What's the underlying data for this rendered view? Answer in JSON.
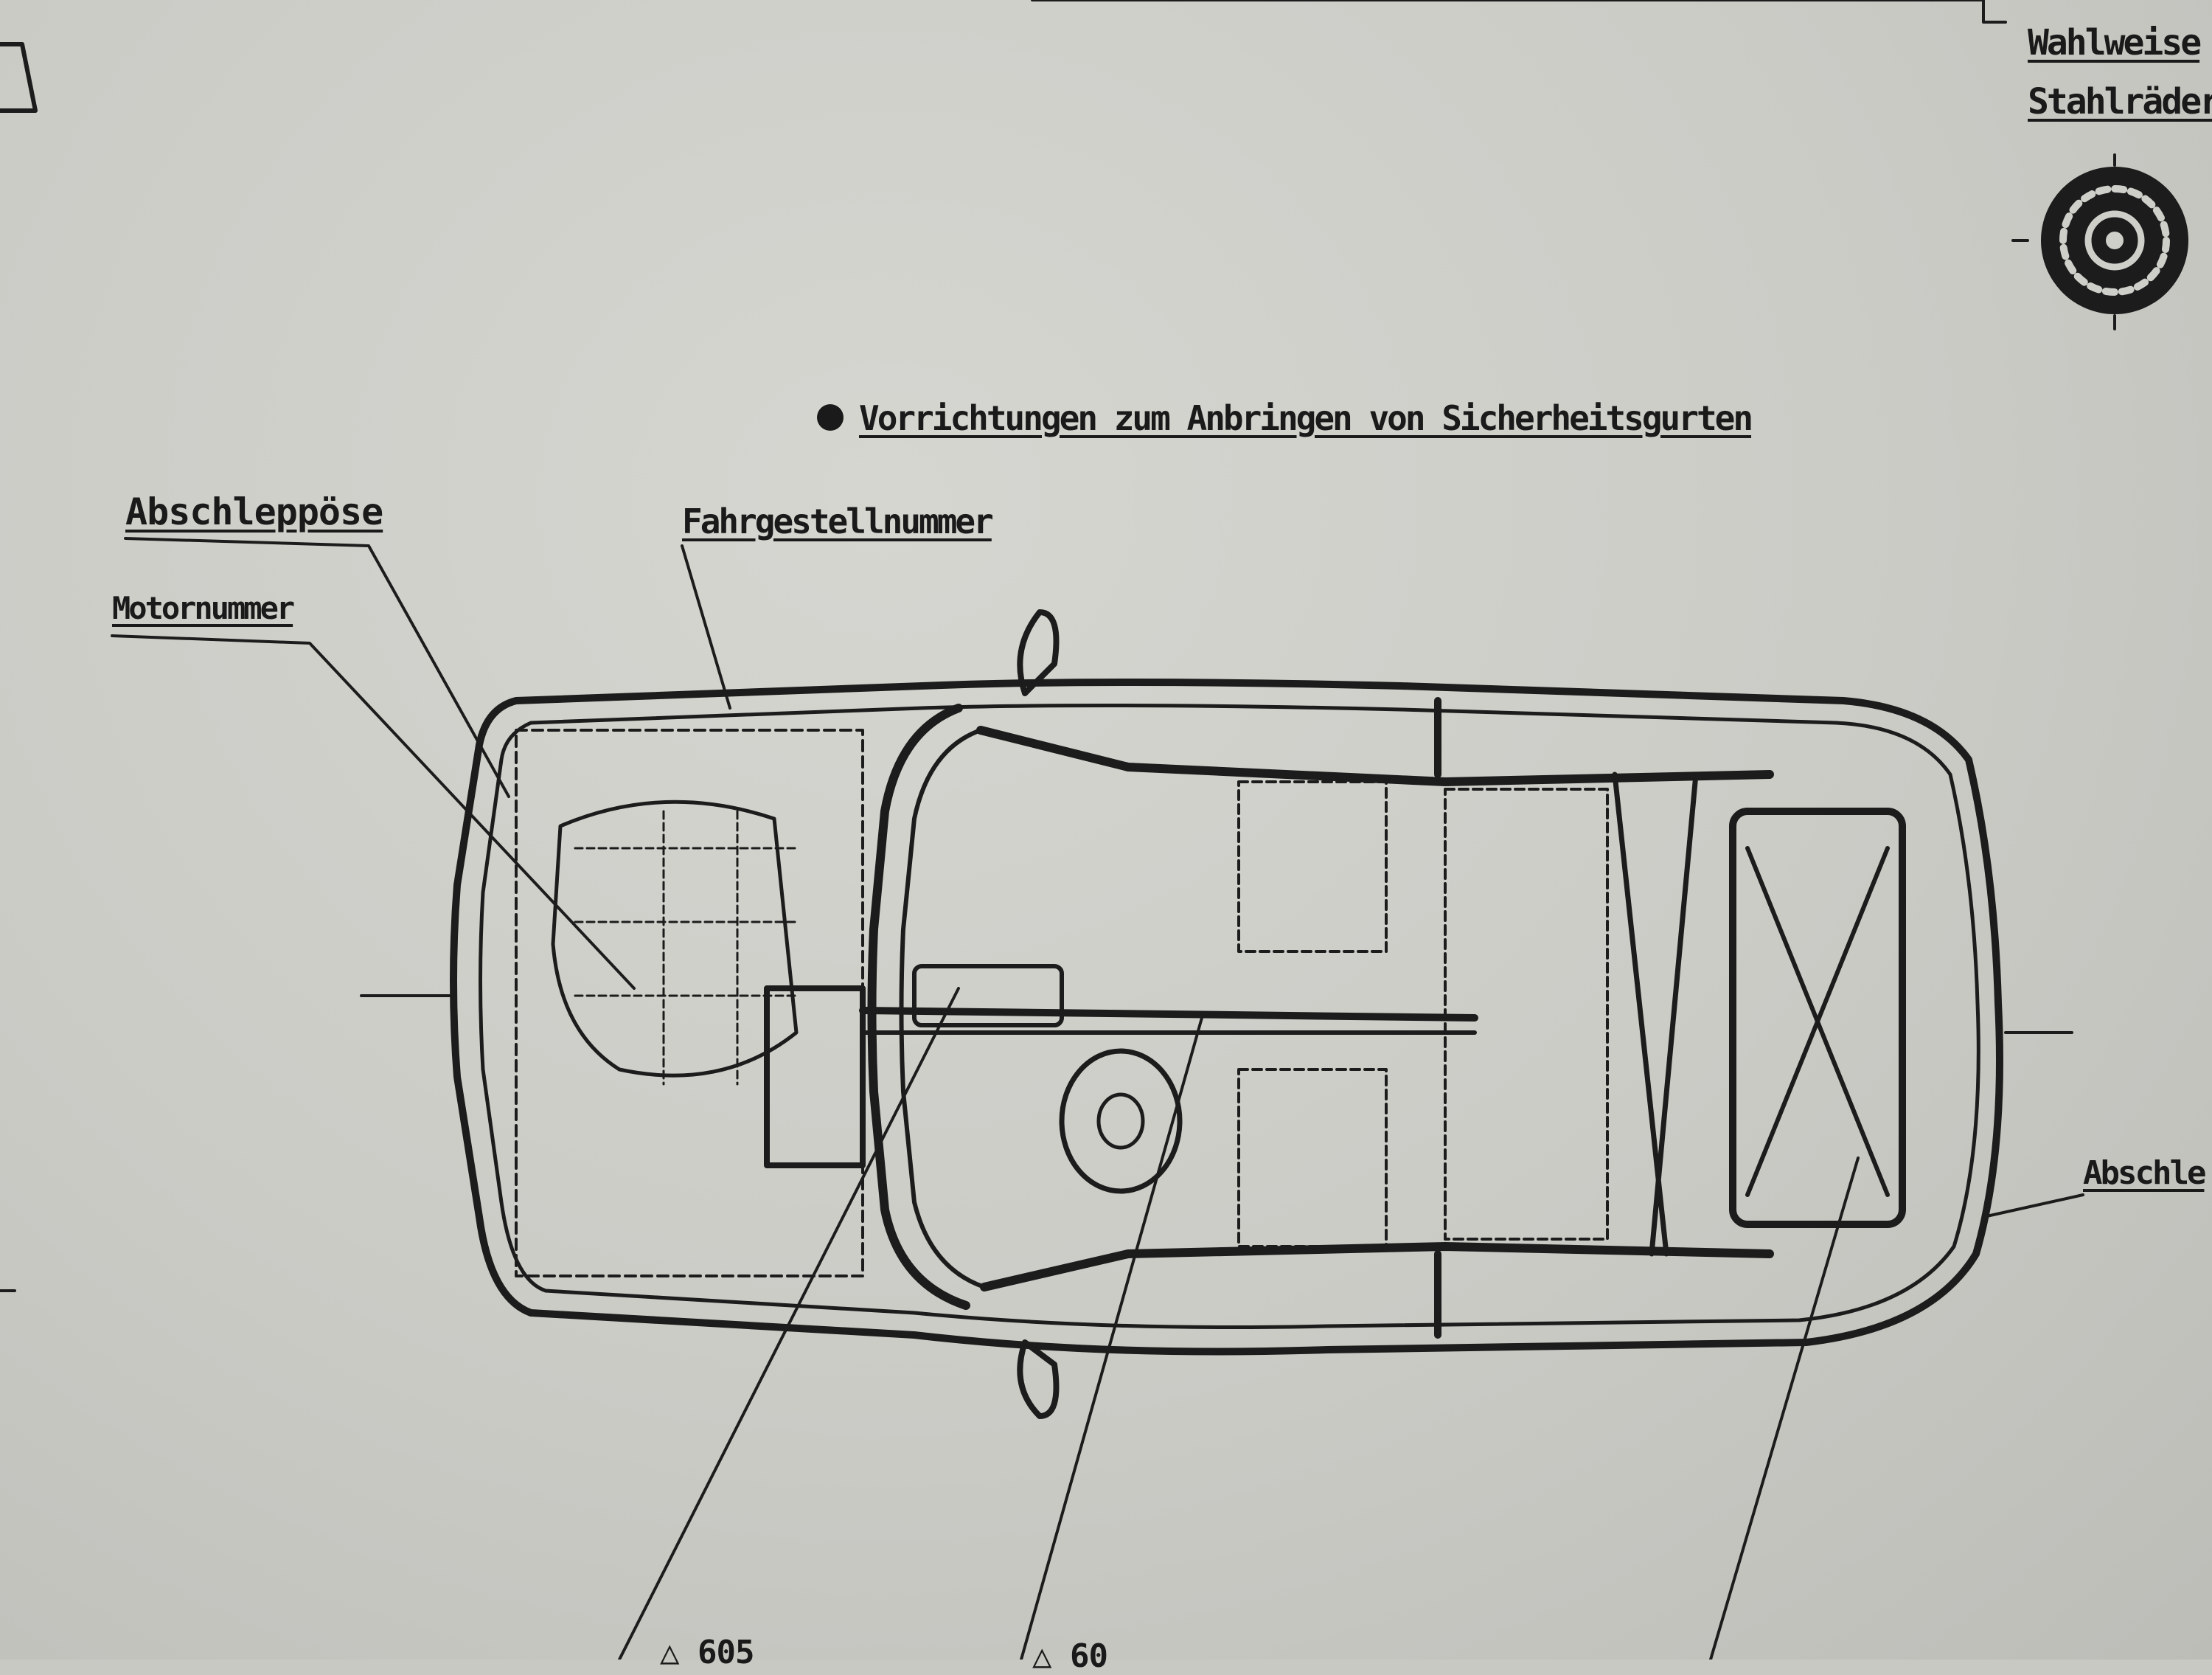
{
  "labels": {
    "abschleppoese": "Abschleppöse",
    "motornummer": "Motornummer",
    "fahrgestellnummer": "Fahrgestellnummer",
    "wahlweise": "Wahlweise",
    "stahlraeder": "Stahlräder",
    "abschle_right": "Abschle",
    "sicherheitsgurte": "Vorrichtungen zum Anbringen von Sicherheitsgurten",
    "bottom_left": "△ 605",
    "bottom_mid": "△ 60"
  },
  "colors": {
    "paper": "#cbcbc6",
    "ink": "#1a1a1a"
  },
  "icons": {
    "wheel": "steel-wheel-icon",
    "bullet": "bullet-icon"
  }
}
